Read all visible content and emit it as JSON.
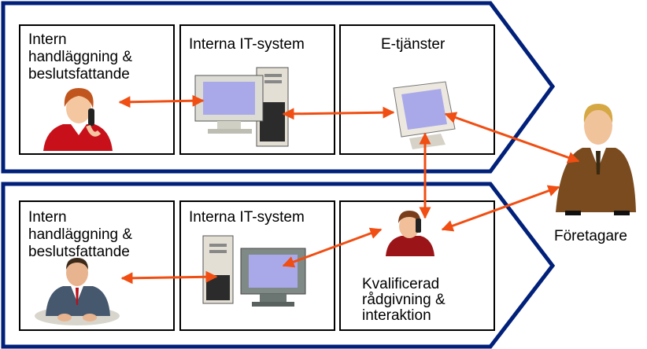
{
  "top_row": {
    "box1_label": "Intern\nhandläggning &\nbeslutsfattande",
    "box2_label": "Interna IT-system",
    "box3_label": "E-tjänster"
  },
  "bottom_row": {
    "box1_label": "Intern\nhandläggning &\nbeslutsfattande",
    "box2_label": "Interna IT-system",
    "box3_label": "Kvalificerad\nrådgivning &\ninteraktion"
  },
  "actor_label": "Företagare",
  "colors": {
    "arrow_outline": "#00207a",
    "connector": "#f04e12",
    "screen": "#a9a9ea",
    "monitor_body": "#dcdcd4",
    "pc_tower": "#e3dfd4"
  },
  "icons": [
    "clerk-woman-phone-icon",
    "clerk-man-desk-icon",
    "monitor-icon",
    "pc-tower-icon",
    "advisor-phone-icon",
    "businessman-icon"
  ]
}
